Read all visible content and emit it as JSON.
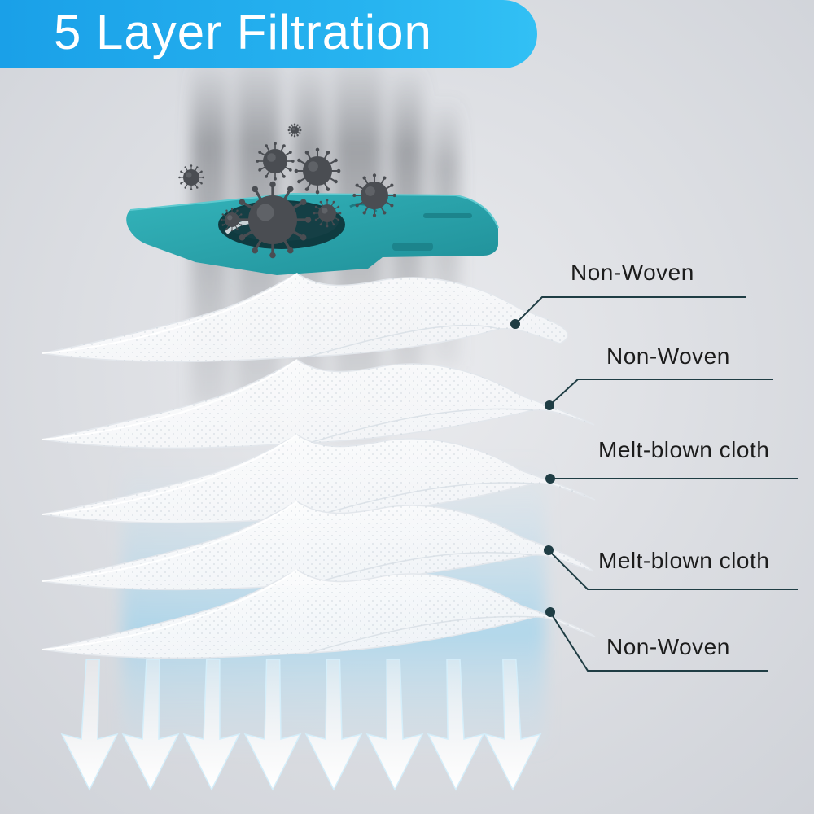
{
  "title": "5 Layer Filtration",
  "layers": [
    {
      "label": "Non-Woven"
    },
    {
      "label": "Non-Woven"
    },
    {
      "label": "Melt-blown cloth"
    },
    {
      "label": "Melt-blown cloth"
    },
    {
      "label": "Non-Woven"
    }
  ],
  "colors": {
    "banner": "#1aa0e8",
    "valve": "#2aa5ad",
    "leader_line": "#1f3d44",
    "virus": "#4a4d52",
    "airflow": "#9fd8f2",
    "arrow": "#ffffff"
  },
  "icons": [
    "virus-icon",
    "valve-icon",
    "arrow-down-icon"
  ]
}
